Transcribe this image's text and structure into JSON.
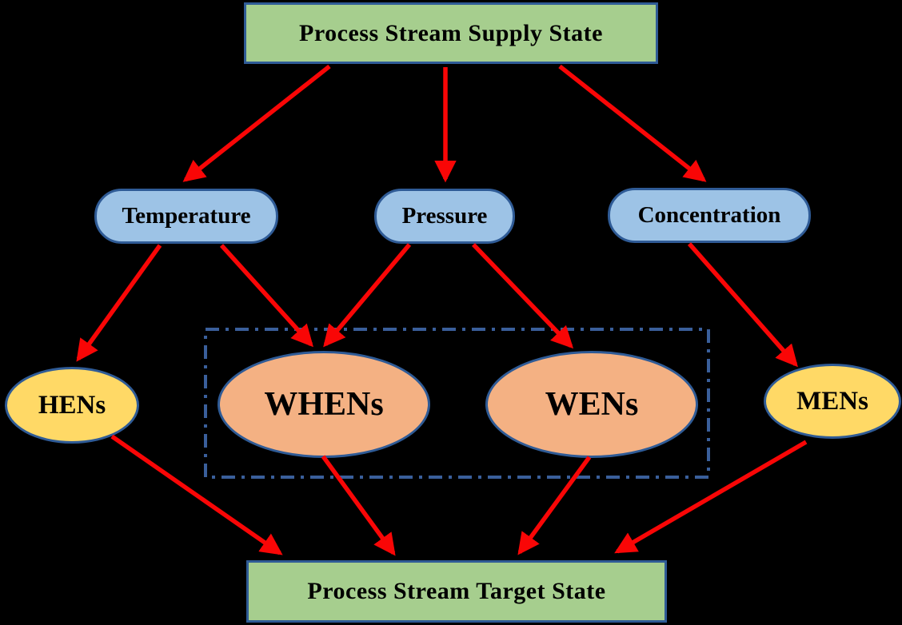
{
  "title": "Process stream state network synthesis diagram",
  "colors": {
    "background": "#000000",
    "node_border": "#2f5b96",
    "arrow": "#f90606",
    "dashed_box": "#3a5f9b",
    "text": "#000000",
    "state_fill": "#a6ce8e",
    "property_fill": "#9dc3e6",
    "heat_mass_fill": "#ffd966",
    "work_fill": "#f4b183"
  },
  "nodes": {
    "supply": {
      "label": "Process Stream Supply State",
      "fill": "#a6ce8e",
      "shape": "rect"
    },
    "temperature": {
      "label": "Temperature",
      "fill": "#9dc3e6",
      "shape": "rounded"
    },
    "pressure": {
      "label": "Pressure",
      "fill": "#9dc3e6",
      "shape": "rounded"
    },
    "concentration": {
      "label": "Concentration",
      "fill": "#9dc3e6",
      "shape": "rounded"
    },
    "hens": {
      "label": "HENs",
      "fill": "#ffd966",
      "shape": "ellipse"
    },
    "whens": {
      "label": "WHENs",
      "fill": "#f4b183",
      "shape": "ellipse"
    },
    "wens": {
      "label": "WENs",
      "fill": "#f4b183",
      "shape": "ellipse"
    },
    "mens": {
      "label": "MENs",
      "fill": "#ffd966",
      "shape": "ellipse"
    },
    "target": {
      "label": "Process Stream Target State",
      "fill": "#a6ce8e",
      "shape": "rect"
    }
  },
  "edges": [
    {
      "from": "Process Stream Supply State",
      "to": "Temperature"
    },
    {
      "from": "Process Stream Supply State",
      "to": "Pressure"
    },
    {
      "from": "Process Stream Supply State",
      "to": "Concentration"
    },
    {
      "from": "Temperature",
      "to": "HENs"
    },
    {
      "from": "Temperature",
      "to": "WHENs"
    },
    {
      "from": "Pressure",
      "to": "WHENs"
    },
    {
      "from": "Pressure",
      "to": "WENs"
    },
    {
      "from": "Concentration",
      "to": "MENs"
    },
    {
      "from": "HENs",
      "to": "Process Stream Target State"
    },
    {
      "from": "WHENs",
      "to": "Process Stream Target State"
    },
    {
      "from": "WENs",
      "to": "Process Stream Target State"
    },
    {
      "from": "MENs",
      "to": "Process Stream Target State"
    }
  ],
  "dashed_group": {
    "members": [
      "WHENs",
      "WENs"
    ]
  }
}
